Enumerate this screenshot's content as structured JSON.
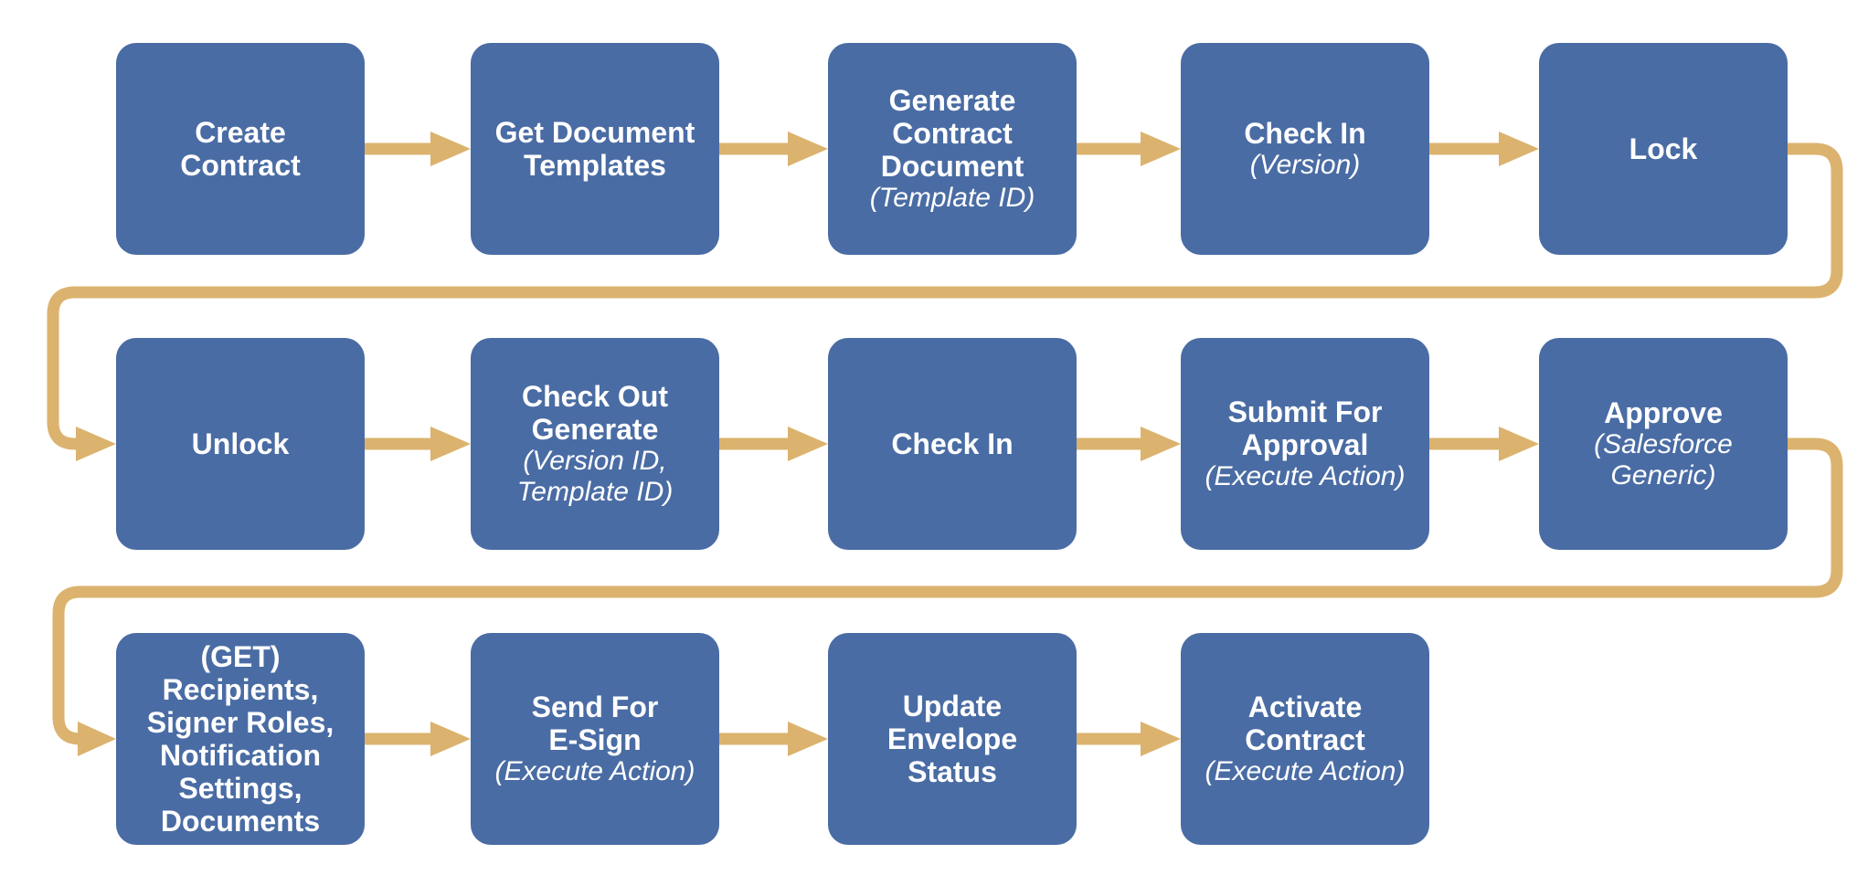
{
  "colors": {
    "box_fill": "#4A6CA4",
    "connector": "#DBB36E",
    "text": "#FFFFFF",
    "background": "#FFFFFF"
  },
  "rows": [
    {
      "boxes": [
        {
          "title": "Create\nContract",
          "subtitle": ""
        },
        {
          "title": "Get Document\nTemplates",
          "subtitle": ""
        },
        {
          "title": "Generate\nContract\nDocument",
          "subtitle": "(Template ID)"
        },
        {
          "title": "Check In",
          "subtitle": "(Version)"
        },
        {
          "title": "Lock",
          "subtitle": ""
        }
      ]
    },
    {
      "boxes": [
        {
          "title": "Unlock",
          "subtitle": ""
        },
        {
          "title": "Check Out\nGenerate",
          "subtitle": "(Version ID,\nTemplate ID)"
        },
        {
          "title": "Check In",
          "subtitle": ""
        },
        {
          "title": "Submit For\nApproval",
          "subtitle": "(Execute Action)"
        },
        {
          "title": "Approve",
          "subtitle": "(Salesforce\nGeneric)"
        }
      ]
    },
    {
      "boxes": [
        {
          "title": "(GET)\nRecipients,\nSigner Roles,\nNotification\nSettings,\nDocuments",
          "subtitle": ""
        },
        {
          "title": "Send For\nE-Sign",
          "subtitle": "(Execute Action)"
        },
        {
          "title": "Update\nEnvelope\nStatus",
          "subtitle": ""
        },
        {
          "title": "Activate\nContract",
          "subtitle": "(Execute Action)"
        }
      ]
    }
  ]
}
